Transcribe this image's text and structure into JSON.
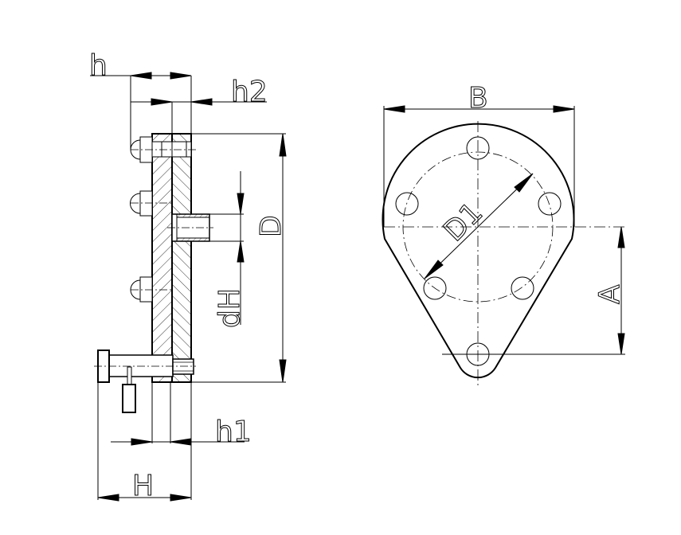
{
  "drawing": {
    "title": "Flange with nozzle and bolts - side section and front view",
    "line_color": "#000000",
    "background": "#ffffff"
  },
  "side_view": {
    "labels": {
      "h": "h",
      "h2": "h2",
      "D": "D",
      "dH": "dH",
      "h1": "h1",
      "H": "H"
    }
  },
  "front_view": {
    "labels": {
      "B": "B",
      "D1": "D1",
      "A": "A"
    },
    "hole_count": 6
  }
}
